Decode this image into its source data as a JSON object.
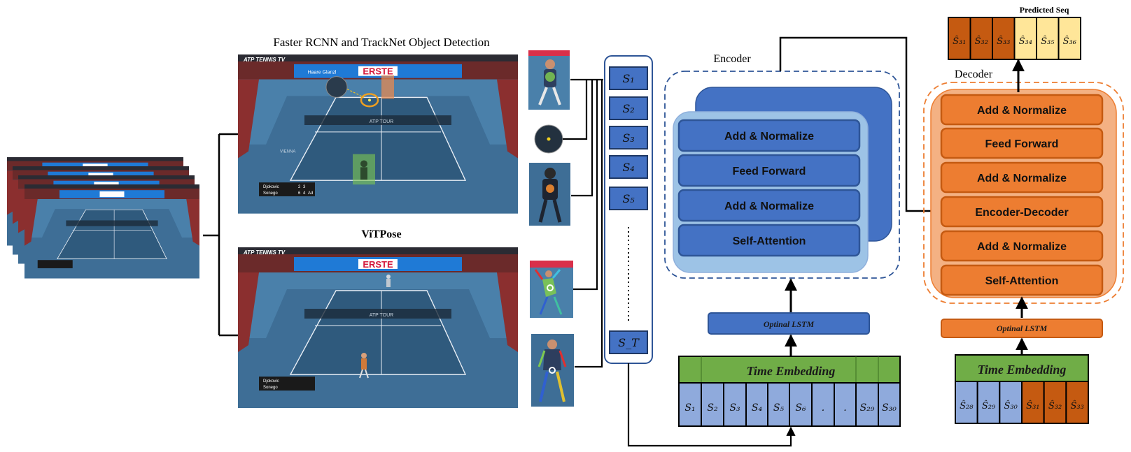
{
  "detection_title": "Faster RCNN and TrackNet Object Detection",
  "pose_title": "ViTPose",
  "broadcast": {
    "channel_logo": "ATP TENNIS TV",
    "sponsor": "ERSTE",
    "sponsor_left": "Haare Glanzl",
    "court_text": "VIENNA",
    "net_text": "ATP TOUR",
    "scoreboard": [
      {
        "name": "Djokovic",
        "set": "2",
        "game": "3"
      },
      {
        "name": "Sonego",
        "set": "6",
        "game": "4",
        "point": "Ad"
      }
    ]
  },
  "sequence_labels": [
    "S₁",
    "S₂",
    "S₃",
    "S₄",
    "S₅",
    "S_T"
  ],
  "encoder": {
    "title": "Encoder",
    "layers": [
      "Add & Normalize",
      "Feed Forward",
      "Add & Normalize",
      "Self-Attention"
    ],
    "lstm": "Optinal LSTM",
    "time_embedding": "Time Embedding",
    "inputs": [
      "S₁",
      "S₂",
      "S₃",
      "S₄",
      "S₅",
      "S₆",
      ".",
      ".",
      "S₂₉",
      "S₃₀"
    ]
  },
  "decoder": {
    "title": "Decoder",
    "layers": [
      "Add & Normalize",
      "Feed Forward",
      "Add & Normalize",
      "Encoder-Decoder",
      "Add & Normalize",
      "Self-Attention"
    ],
    "lstm": "Optinal LSTM",
    "time_embedding": "Time Embedding",
    "inputs": [
      "Ŝ₂₈",
      "Ŝ₂₉",
      "Ŝ₃₀",
      "Ŝ₃₁",
      "Ŝ₃₂",
      "Ŝ₃₃"
    ]
  },
  "predicted": {
    "title": "Predicted Seq",
    "cells": [
      "Ŝ₃₁",
      "Ŝ₃₂",
      "Ŝ₃₃",
      "Ŝ₃₄",
      "Ŝ₃₅",
      "Ŝ₃₆"
    ]
  },
  "colors": {
    "encoder_blue": "#4472C4",
    "encoder_light": "#9DC3E6",
    "decoder_orange": "#ED7D31",
    "decoder_bg": "#F4B183",
    "embed_green": "#70AD47",
    "input_blue": "#8FAADC",
    "pred_dark": "#C55A11",
    "pred_light": "#FFE699",
    "court": "#3E6E96",
    "crowd": "#6b2a2a"
  }
}
